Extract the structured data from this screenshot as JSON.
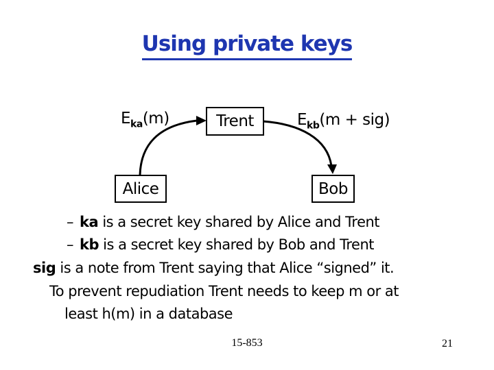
{
  "slide": {
    "title": "Using private keys",
    "footer": {
      "course": "15-853",
      "page": "21"
    }
  },
  "diagram": {
    "label_left": {
      "main": "E",
      "sub": "ka",
      "rest": "(m)"
    },
    "label_right": {
      "main": "E",
      "sub": "kb",
      "rest": "(m + sig)"
    },
    "nodes": {
      "trent": "Trent",
      "alice": "Alice",
      "bob": "Bob"
    }
  },
  "body": {
    "lines": [
      {
        "dash": "–",
        "bold": "ka",
        "rest": " is a secret key shared by Alice and Trent"
      },
      {
        "dash": "–",
        "bold": "kb",
        "rest": " is a secret key shared by Bob and Trent"
      },
      {
        "dash": "",
        "bold": "sig",
        "rest": " is a note from Trent saying that Alice “signed” it."
      },
      {
        "dash": "",
        "bold": "",
        "rest": "To prevent repudiation Trent needs to keep m or at"
      },
      {
        "dash": "",
        "bold": "",
        "rest": "least h(m) in a database"
      }
    ]
  },
  "colors": {
    "title_blue": "#1e36b0",
    "text": "#000000",
    "background": "#ffffff"
  }
}
